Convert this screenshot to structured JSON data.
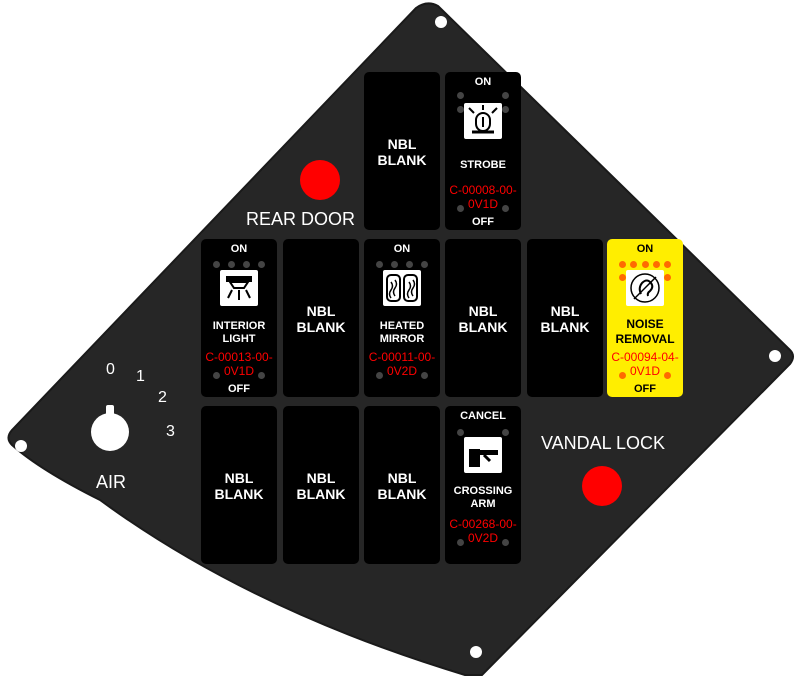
{
  "panel": {
    "color": "#262626"
  },
  "rear_door": {
    "label": "REAR DOOR"
  },
  "vandal_lock": {
    "label": "VANDAL LOCK"
  },
  "air": {
    "label": "AIR",
    "positions": [
      "0",
      "1",
      "2",
      "3"
    ]
  },
  "switches": {
    "strobe": {
      "top": "ON",
      "name": "STROBE",
      "code": "C-00008-00-\n0V1D",
      "bottom": "OFF",
      "icon": "strobe-icon"
    },
    "interior_light": {
      "top": "ON",
      "name": "INTERIOR\nLIGHT",
      "code": "C-00013-00-\n0V1D",
      "bottom": "OFF",
      "icon": "interior-light-icon"
    },
    "heated_mirror": {
      "top": "ON",
      "name": "HEATED\nMIRROR",
      "code": "C-00011-00-\n0V2D",
      "bottom": "",
      "icon": "heated-mirror-icon"
    },
    "noise_removal": {
      "top": "ON",
      "name": "NOISE\nREMOVAL",
      "code": "C-00094-04-\n0V1D",
      "bottom": "OFF",
      "icon": "noise-removal-icon",
      "color": "#ffee00"
    },
    "crossing_arm": {
      "top": "CANCEL",
      "name": "CROSSING\nARM",
      "code": "C-00268-00-\n0V2D",
      "bottom": "",
      "icon": "crossing-arm-icon"
    },
    "blank_label": "NBL\nBLANK"
  }
}
